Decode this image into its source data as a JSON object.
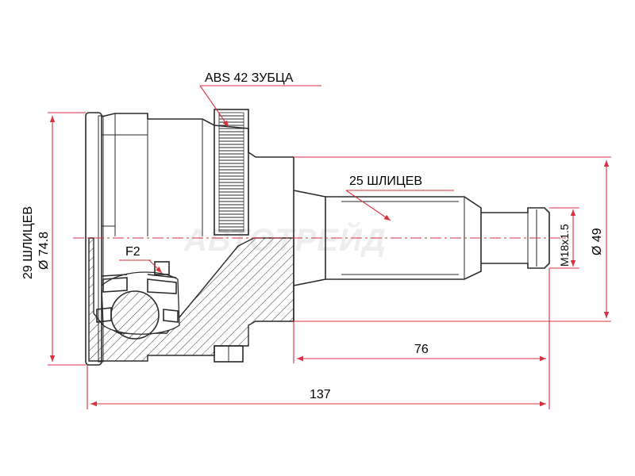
{
  "watermark": "АВТОТРЕЙД",
  "labels": {
    "abs_teeth": "ABS 42 ЗУБЦА",
    "inner_splines": "29 ШЛИЦЕВ",
    "outer_diameter": "Ø 74.8",
    "shaft_splines": "25 ШЛИЦЕВ",
    "thread": "M18x1.5",
    "seal_diameter": "Ø 49",
    "shaft_length": "76",
    "total_length": "137",
    "section": "F2"
  },
  "colors": {
    "dimension": "#d8303e",
    "outline": "#2a2a2a",
    "watermark": "#ededed"
  }
}
